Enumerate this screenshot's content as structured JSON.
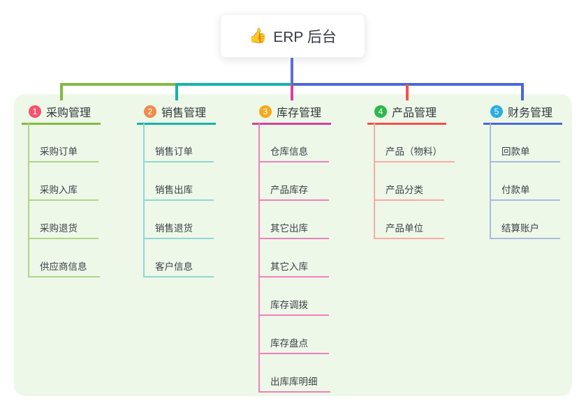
{
  "root": {
    "emoji": "👍",
    "label": "ERP 后台"
  },
  "canvas": {
    "page_background": "#ffffff",
    "container_background": "#edf8e9",
    "stem_color": "#5b6be0"
  },
  "branches": [
    {
      "badge": "1",
      "label": "采购管理",
      "badge_color": "#f4536e",
      "line_color": "#82bb41",
      "sub_line_color": "#aed588",
      "items": [
        "采购订单",
        "采购入库",
        "采购退货",
        "供应商信息"
      ]
    },
    {
      "badge": "2",
      "label": "销售管理",
      "badge_color": "#ef8b4e",
      "line_color": "#16b3aa",
      "sub_line_color": "#8fd8d2",
      "items": [
        "销售订单",
        "销售出库",
        "销售退货",
        "客户信息"
      ]
    },
    {
      "badge": "3",
      "label": "库存管理",
      "badge_color": "#f5a91c",
      "line_color": "#d93f9e",
      "sub_line_color": "#f080bc",
      "items": [
        "仓库信息",
        "产品库存",
        "其它出库",
        "其它入库",
        "库存调拨",
        "库存盘点",
        "出库库明细"
      ]
    },
    {
      "badge": "4",
      "label": "产品管理",
      "badge_color": "#2eb84c",
      "line_color": "#f4514d",
      "sub_line_color": "#f9aba6",
      "items": [
        "产品（物料）",
        "产品分类",
        "产品单位"
      ]
    },
    {
      "badge": "5",
      "label": "财务管理",
      "badge_color": "#2bace2",
      "line_color": "#4a68d8",
      "sub_line_color": "#a9bade",
      "items": [
        "回款单",
        "付款单",
        "结算账户"
      ]
    }
  ]
}
